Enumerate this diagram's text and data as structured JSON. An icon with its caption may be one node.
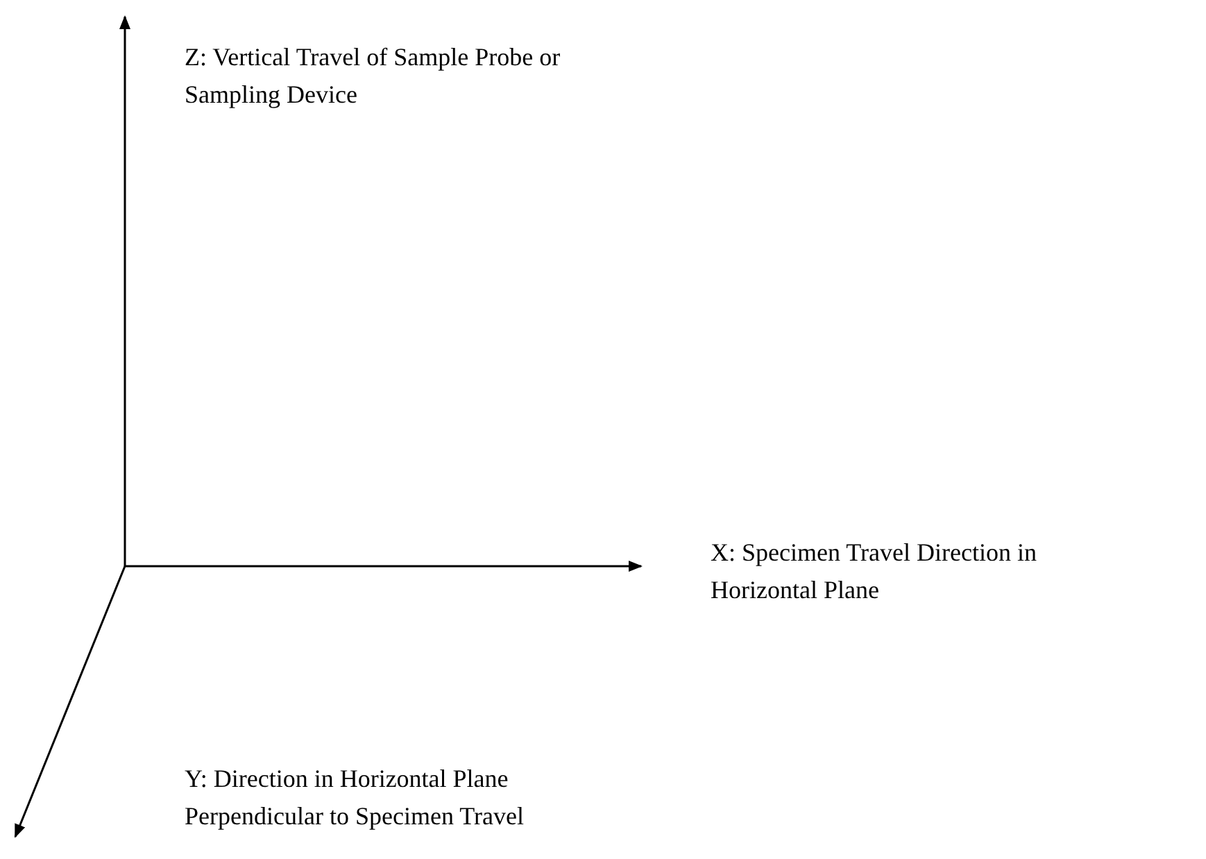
{
  "diagram": {
    "labels": [
      "Z: Vertical Travel of Sample Probe or Sampling Device",
      "X: Specimen Travel Direction in Horizontal Plane",
      "Y: Direction in Horizontal Plane Perpendicular to Specimen Travel"
    ]
  }
}
